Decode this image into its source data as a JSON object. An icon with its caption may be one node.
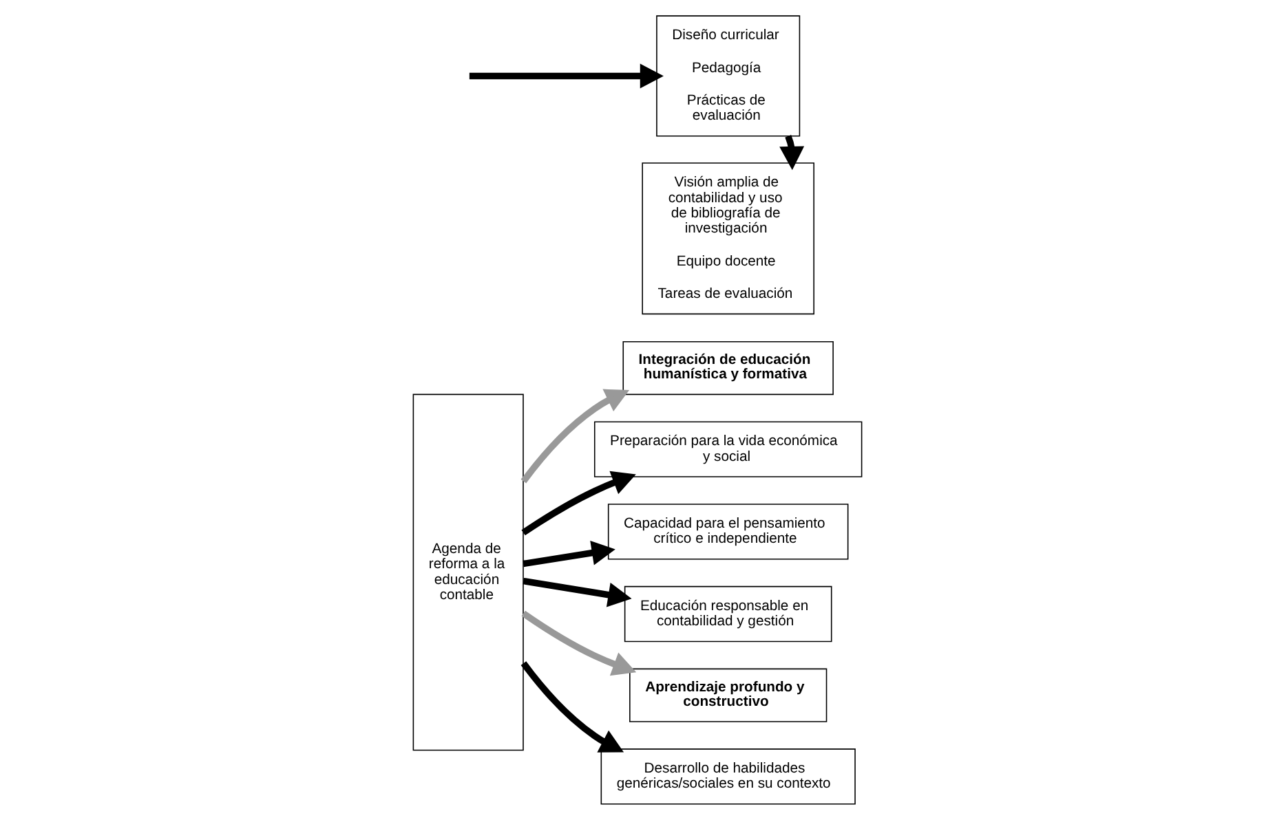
{
  "diagram": {
    "nodes": [
      {
        "text": [
          "Agenda de reforma a la educación contable"
        ]
      },
      {
        "text": [
          "Integración de educación humanística y formativa"
        ]
      },
      {
        "text": [
          "Preparación para la vida económica y social"
        ]
      },
      {
        "text": [
          "Capacidad para el pensamiento crítico e independiente"
        ]
      },
      {
        "text": [
          "Educación responsable en contabilidad y gestión"
        ]
      },
      {
        "text": [
          "Aprendizaje profundo y constructivo"
        ]
      },
      {
        "text": [
          "Desarrollo de habilidades genéricas/sociales en su contexto"
        ]
      },
      {
        "text": [
          "Diseño curricular",
          "Pedagogía",
          "Prácticas de evaluación"
        ]
      },
      {
        "text": [
          "Visión amplia de contabilidad y uso de bibliografía de investigación",
          "Equipo docente",
          "Tareas de evaluación"
        ]
      }
    ],
    "edges": [
      {
        "from": 0,
        "to": 1,
        "arrow": "to",
        "color": "#999999"
      },
      {
        "from": 0,
        "to": 2,
        "arrow": "to"
      },
      {
        "from": 0,
        "to": 3,
        "arrow": "to"
      },
      {
        "from": 0,
        "to": 4,
        "arrow": "to"
      },
      {
        "from": 0,
        "to": 5,
        "arrow": "to",
        "color": "#999999"
      },
      {
        "from": 0,
        "to": 6,
        "arrow": "to"
      },
      {
        "from": null,
        "to": 7,
        "arrow": "to"
      },
      {
        "from": 7,
        "to": 8,
        "arrow": "to"
      }
    ]
  }
}
